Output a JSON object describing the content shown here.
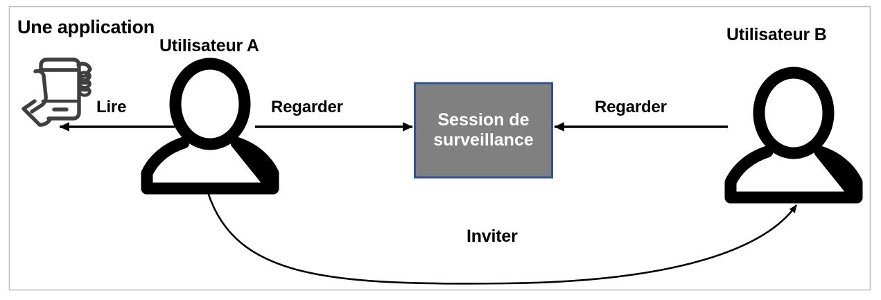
{
  "diagram": {
    "title_label": "Une application",
    "frame_border_color": "#bfbfbf",
    "background_color": "#ffffff"
  },
  "nodes": {
    "app": {
      "icon": "hand-holding-phone-icon",
      "label": "Une application",
      "icon_color": "#3f3f3f"
    },
    "user_a": {
      "icon": "user-icon",
      "label": "Utilisateur A",
      "icon_color": "#000000"
    },
    "user_b": {
      "icon": "user-icon",
      "label": "Utilisateur B",
      "icon_color": "#000000"
    },
    "session": {
      "label": "Session de surveillance",
      "fill_color": "#808080",
      "border_color": "#2e5395",
      "text_color": "#ffffff"
    }
  },
  "edges": [
    {
      "name": "lire",
      "label": "Lire",
      "from": "user_a",
      "to": "app",
      "direction": "left",
      "color": "#000000"
    },
    {
      "name": "regarder-left",
      "label": "Regarder",
      "from": "user_a",
      "to": "session",
      "direction": "right",
      "color": "#000000"
    },
    {
      "name": "regarder-right",
      "label": "Regarder",
      "from": "user_b",
      "to": "session",
      "direction": "left",
      "color": "#000000"
    },
    {
      "name": "inviter",
      "label": "Inviter",
      "from": "user_a",
      "to": "user_b",
      "direction": "curved-right",
      "color": "#000000"
    }
  ]
}
